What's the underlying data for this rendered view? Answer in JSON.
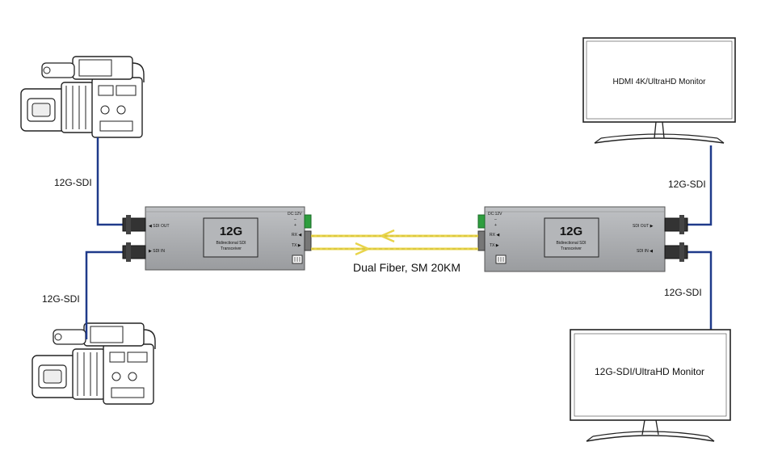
{
  "labels": {
    "cam_top_cable": "12G-SDI",
    "cam_bottom_cable": "12G-SDI",
    "mon_top_cable": "12G-SDI",
    "mon_bottom_cable": "12G-SDI",
    "fiber": "Dual Fiber, SM 20KM"
  },
  "monitors": {
    "top": "HDMI 4K/UltraHD Monitor",
    "bottom": "12G-SDI/UltraHD Monitor"
  },
  "transceiver_left": {
    "badge": "12G",
    "line1": "Bidirectional SDI",
    "line2": "Transceiver",
    "sdi_out": "◀ SDI OUT",
    "sdi_in": "▶ SDI IN",
    "power": "DC:12V",
    "minus": "–",
    "plus": "+",
    "rx": "RX ◀",
    "tx": "TX ▶"
  },
  "transceiver_right": {
    "badge": "12G",
    "line1": "Bidirectional SDI",
    "line2": "Transceiver",
    "sdi_out": "SDI OUT ▶",
    "sdi_in": "SDI IN ◀",
    "power": "DC:12V",
    "minus": "–",
    "plus": "+",
    "rx": "RX ◀",
    "tx": "TX ▶"
  },
  "colors": {
    "cable": "#1f3a8a",
    "fiber": "#e8d44a",
    "device_body": "#a9abae",
    "power_green": "#2e9e3e"
  }
}
